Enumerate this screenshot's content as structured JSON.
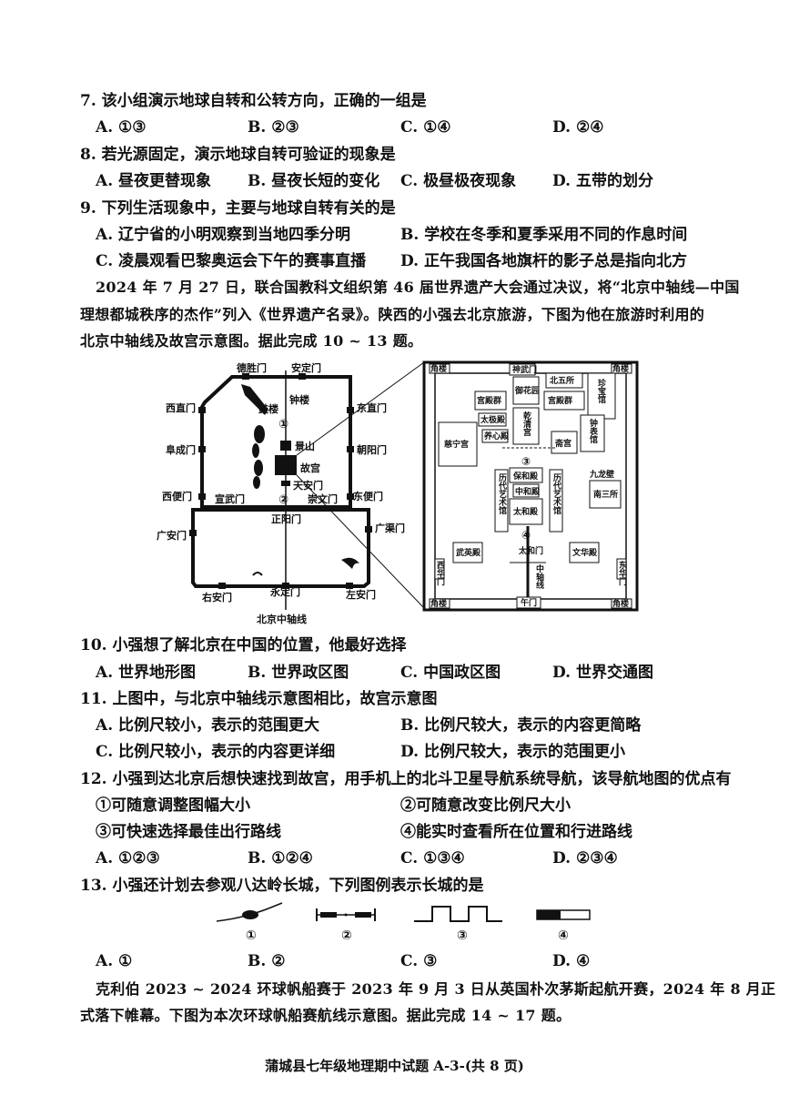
{
  "q7": {
    "stem": "7. 该小组演示地球自转和公转方向，正确的一组是",
    "a": "A. ①③",
    "b": "B. ②③",
    "c": "C. ①④",
    "d": "D. ②④"
  },
  "q8": {
    "stem": "8. 若光源固定，演示地球自转可验证的现象是",
    "a": "A. 昼夜更替现象",
    "b": "B. 昼夜长短的变化",
    "c": "C. 极昼极夜现象",
    "d": "D. 五带的划分"
  },
  "q9": {
    "stem": "9. 下列生活现象中，主要与地球自转有关的是",
    "a": "A. 辽宁省的小明观察到当地四季分明",
    "b": "B. 学校在冬季和夏季采用不同的作息时间",
    "c": "C. 凌晨观看巴黎奥运会下午的赛事直播",
    "d": "D. 正午我国各地旗杆的影子总是指向北方"
  },
  "passage1": {
    "line1": "2024 年 7 月 27 日，联合国教科文组织第 46 届世界遗产大会通过决议，将“北京中轴线—中国",
    "line2": "理想都城秩序的杰作”列入《世界遗产名录》。陕西的小强去北京旅游，下图为他在旅游时利用的",
    "line3": "北京中轴线及故宫示意图。据此完成 10 ~ 13 题。"
  },
  "beijing_map": {
    "gates": [
      "德胜门",
      "安定门",
      "西直门",
      "东直门",
      "阜成门",
      "朝阳门",
      "西便门",
      "宣武门",
      "崇文门",
      "东便门",
      "广安门",
      "广渠门",
      "右安门",
      "永定门",
      "左安门",
      "正阳门",
      "天安门"
    ],
    "landmarks": [
      "钟楼",
      "鼓楼",
      "景山",
      "故宫"
    ],
    "markers": [
      "①",
      "②"
    ],
    "axis_label": "北京中轴线"
  },
  "palace_map": {
    "halls": [
      "神武门",
      "御花园",
      "北五所",
      "宫殿群",
      "宫殿群",
      "珍宝馆",
      "太极殿",
      "养心殿",
      "乾清宫",
      "慈宁宫",
      "斋宫",
      "钟表馆",
      "保和殿",
      "中和殿",
      "太和殿",
      "历代艺术馆",
      "历代艺术馆",
      "九龙壁",
      "南三所",
      "武英殿",
      "文华殿",
      "太和门",
      "午门",
      "西华门",
      "东华门",
      "中轴线",
      "角楼",
      "角楼",
      "角楼",
      "角楼"
    ],
    "markers": [
      "③",
      "④"
    ]
  },
  "q10": {
    "stem": "10. 小强想了解北京在中国的位置，他最好选择",
    "a": "A. 世界地形图",
    "b": "B. 世界政区图",
    "c": "C. 中国政区图",
    "d": "D. 世界交通图"
  },
  "q11": {
    "stem": "11. 上图中，与北京中轴线示意图相比，故宫示意图",
    "a": "A. 比例尺较小，表示的范围更大",
    "b": "B. 比例尺较大，表示的内容更简略",
    "c": "C. 比例尺较小，表示的内容更详细",
    "d": "D. 比例尺较大，表示的范围更小"
  },
  "q12": {
    "stem": "12. 小强到达北京后想快速找到故宫，用手机上的北斗卫星导航系统导航，该导航地图的优点有",
    "s1": "①可随意调整图幅大小",
    "s2": "②可随意改变比例尺大小",
    "s3": "③可快速选择最佳出行路线",
    "s4": "④能实时查看所在位置和行进路线",
    "a": "A. ①②③",
    "b": "B. ①②④",
    "c": "C. ①③④",
    "d": "D. ②③④"
  },
  "q13": {
    "stem": "13. 小强还计划去参观八达岭长城，下列图例表示长城的是",
    "n1": "①",
    "n2": "②",
    "n3": "③",
    "n4": "④",
    "a": "A. ①",
    "b": "B. ②",
    "c": "C. ③",
    "d": "D. ④"
  },
  "passage2": {
    "line1": "克利伯 2023 ~ 2024 环球帆船赛于 2023 年 9 月 3 日从英国朴次茅斯起航开赛，2024 年 8 月正",
    "line2": "式落下帷幕。下图为本次环球帆船赛航线示意图。据此完成 14 ~ 17 题。"
  },
  "footer": "蒲城县七年级地理期中试题 A-3-(共 8 页)"
}
